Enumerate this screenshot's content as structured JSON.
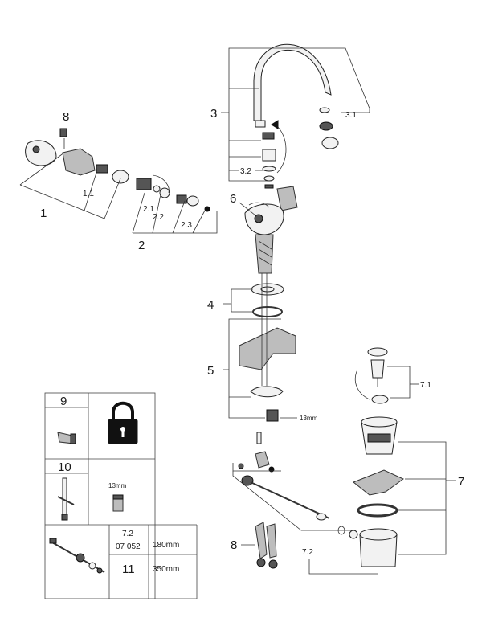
{
  "labels": {
    "p1": "1",
    "p1_1": "1.1",
    "p2": "2",
    "p2_1": "2.1",
    "p2_2": "2.2",
    "p2_3": "2.3",
    "p3": "3",
    "p3_1": "3.1",
    "p3_2": "3.2",
    "p4": "4",
    "p5": "5",
    "p6": "6",
    "p7": "7",
    "p7_1": "7.1",
    "p7_2": "7.2",
    "p8_top": "8",
    "p8_bottom": "8",
    "size_13mm": "13mm"
  },
  "legend": {
    "row1_number": "9",
    "row2_number": "10",
    "row2_size": "13mm",
    "row3_code_top": "7.2",
    "row3_code_mid": "07 052",
    "row3_len1": "180mm",
    "row3_number": "11",
    "row3_len2": "350mm"
  },
  "icons": {
    "lock": "padlock-icon"
  }
}
